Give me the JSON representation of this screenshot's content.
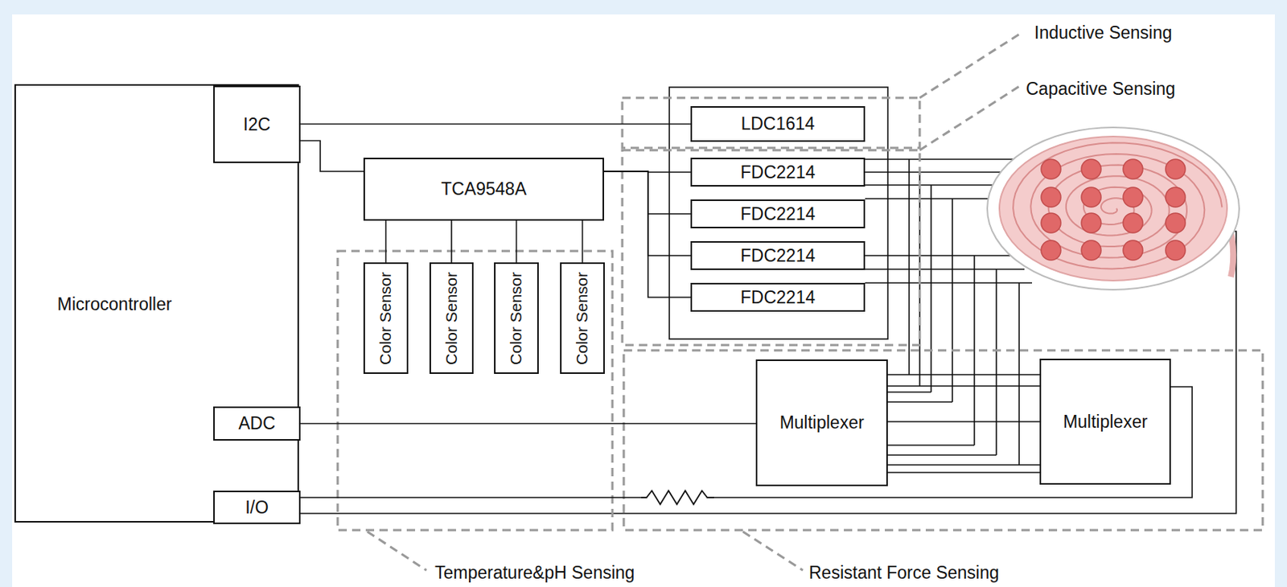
{
  "diagram": {
    "nodes": [
      {
        "text": [
          "Microcontroller"
        ]
      },
      {
        "text": [
          "I2C"
        ],
        "in": 0
      },
      {
        "text": [
          "ADC"
        ],
        "in": 0
      },
      {
        "text": [
          "I/O"
        ],
        "in": 0
      },
      {
        "text": [
          "TCA9548A"
        ]
      },
      {
        "text": [
          "Color Sensor"
        ]
      },
      {
        "text": [
          "Color Sensor"
        ]
      },
      {
        "text": [
          "Color Sensor"
        ]
      },
      {
        "text": [
          "Color Sensor"
        ]
      },
      {
        "text": [
          "LDC1614"
        ]
      },
      {
        "text": [
          "FDC2214"
        ]
      },
      {
        "text": [
          "FDC2214"
        ]
      },
      {
        "text": [
          "FDC2214"
        ]
      },
      {
        "text": [
          "FDC2214"
        ]
      },
      {
        "text": [
          "Multiplexer"
        ]
      },
      {
        "text": [
          "Multiplexer"
        ]
      }
    ],
    "edges": [
      {
        "from": 1,
        "to": 9,
        "arrow": "none"
      },
      {
        "from": 1,
        "to": 4,
        "arrow": "none"
      },
      {
        "from": 4,
        "to": 5,
        "arrow": "none"
      },
      {
        "from": 4,
        "to": 6,
        "arrow": "none"
      },
      {
        "from": 4,
        "to": 7,
        "arrow": "none"
      },
      {
        "from": 4,
        "to": 8,
        "arrow": "none"
      },
      {
        "from": 4,
        "to": 10,
        "arrow": "none"
      },
      {
        "from": 4,
        "to": 11,
        "arrow": "none"
      },
      {
        "from": 4,
        "to": 12,
        "arrow": "none"
      },
      {
        "from": 4,
        "to": 13,
        "arrow": "none"
      },
      {
        "from": 2,
        "to": 14,
        "arrow": "none"
      },
      {
        "from": 14,
        "to": 15,
        "arrow": "none"
      },
      {
        "from": 3,
        "to": 15,
        "arrow": "none"
      }
    ],
    "labels": [
      "Inductive Sensing",
      "Capacitive Sensing",
      "Temperature&pH Sensing",
      "Resistant Force Sensing"
    ]
  }
}
